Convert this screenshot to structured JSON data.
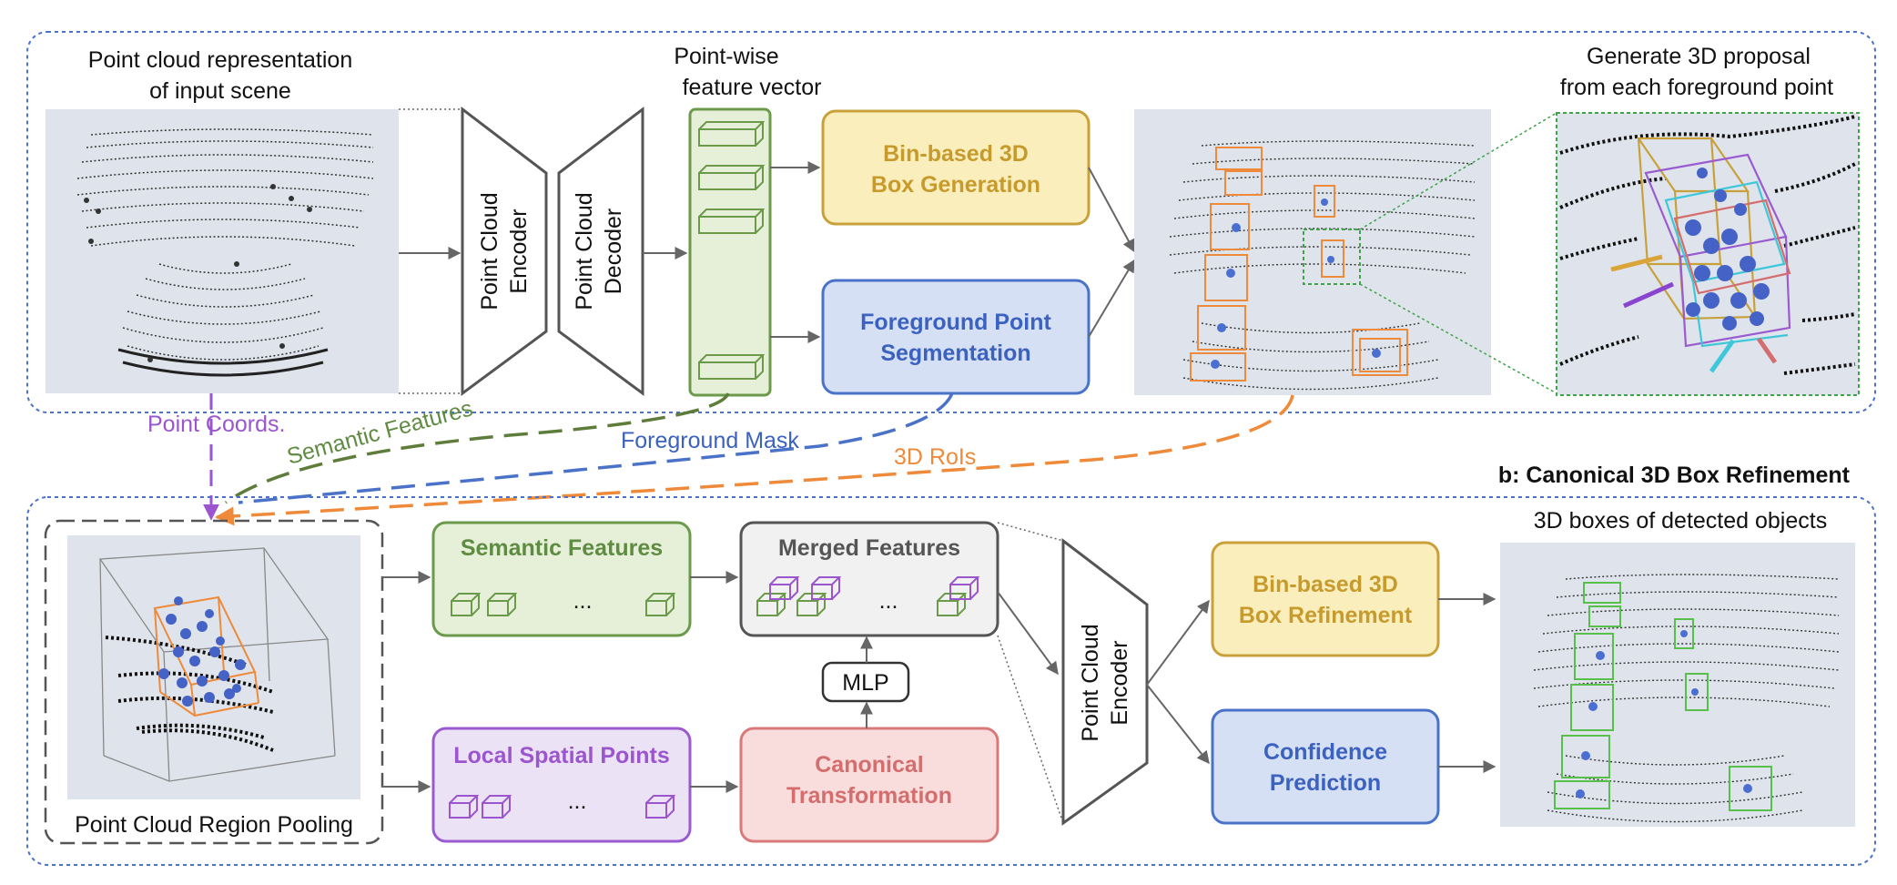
{
  "stage_a": {
    "input_caption_line1": "Point cloud representation",
    "input_caption_line2": "of input scene",
    "encoder_label_line1": "Point Cloud",
    "encoder_label_line2": "Encoder",
    "decoder_label_line1": "Point Cloud",
    "decoder_label_line2": "Decoder",
    "feature_caption_line1": "Point-wise",
    "feature_caption_line2": "feature vector",
    "box_generation_line1": "Bin-based 3D",
    "box_generation_line2": "Box Generation",
    "foreground_seg_line1": "Foreground Point",
    "foreground_seg_line2": "Segmentation",
    "proposal_caption_line1": "Generate 3D proposal",
    "proposal_caption_line2": "from each foreground point"
  },
  "connectors": {
    "point_coords": "Point Coords.",
    "semantic_features": "Semantic Features",
    "foreground_mask": "Foreground Mask",
    "rois": "3D RoIs"
  },
  "stage_b": {
    "title": "b: Canonical 3D Box Refinement",
    "region_pooling": "Point Cloud Region Pooling",
    "semantic_features": "Semantic Features",
    "local_spatial_points": "Local Spatial Points",
    "merged_features": "Merged Features",
    "mlp": "MLP",
    "canonical_line1": "Canonical",
    "canonical_line2": "Transformation",
    "encoder_line1": "Point Cloud",
    "encoder_line2": "Encoder",
    "refinement_line1": "Bin-based 3D",
    "refinement_line2": "Box Refinement",
    "confidence_line1": "Confidence",
    "confidence_line2": "Prediction",
    "output_caption": "3D boxes of detected objects",
    "ellipsis": "..."
  },
  "colors": {
    "yellow_fill": "#fbeebd",
    "yellow_stroke": "#c9a13a",
    "yellow_text": "#c79a2c",
    "blue_fill": "#d6e0f4",
    "blue_stroke": "#4a72c8",
    "blue_text": "#3b62c1",
    "green_fill": "#e6f0d9",
    "green_stroke": "#6a9a4a",
    "green_text": "#5f8b42",
    "purple_fill": "#ece2f5",
    "purple_stroke": "#9a5bd0",
    "purple_text": "#9a55cf",
    "red_fill": "#f9dcdc",
    "red_stroke": "#d97a7a",
    "red_text": "#d46d6d",
    "gray_fill": "#f1f1f1",
    "gray_stroke": "#555555",
    "orange": "#ee8a3a",
    "scene_bg": "#dfe4ec"
  }
}
